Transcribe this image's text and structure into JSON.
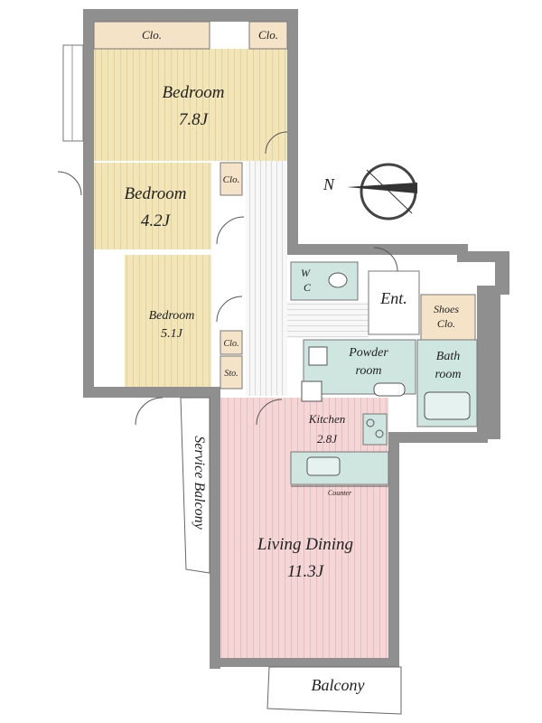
{
  "rooms": {
    "bedroom_1": {
      "label": "Bedroom",
      "size": "7.8J"
    },
    "bedroom_2": {
      "label": "Bedroom",
      "size": "4.2J"
    },
    "bedroom_3": {
      "label": "Bedroom",
      "size": "5.1J"
    },
    "living_dining": {
      "label": "Living Dining",
      "size": "11.3J"
    },
    "kitchen": {
      "label": "Kitchen",
      "size": "2.8J"
    },
    "powder_room": {
      "line1": "Powder",
      "line2": "room"
    },
    "bath_room": {
      "line1": "Bath",
      "line2": "room"
    },
    "wc": {
      "line1": "W",
      "line2": "C"
    },
    "entrance": {
      "label": "Ent."
    },
    "shoes_closet": {
      "line1": "Shoes",
      "line2": "Clo."
    }
  },
  "closets": {
    "clo_1": "Clo.",
    "clo_2": "Clo.",
    "clo_3": "Clo.",
    "clo_4": "Clo.",
    "storage": "Sto."
  },
  "counter": "Counter",
  "service_balcony": "Service Balcony",
  "balcony": "Balcony",
  "compass": {
    "north_label": "N"
  },
  "colors": {
    "wall": "#8a8a8a",
    "bedroom_floor": "#f2e6b8",
    "bedroom_stripe": "#d9c68a",
    "living_floor": "#f4d4d4",
    "living_stripe": "#e0a8a8",
    "wet_area": "#cfe6e0",
    "hall": "#f2f2f2",
    "closet": "#f5e3c8"
  }
}
